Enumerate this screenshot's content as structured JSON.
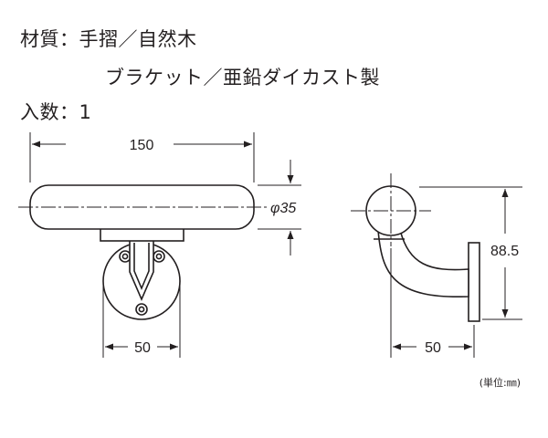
{
  "spec": {
    "material_line1": "材質：手摺／自然木",
    "material_line2": "ブラケット／亜鉛ダイカスト製",
    "quantity": "入数：1"
  },
  "dimensions": {
    "rail_length": "150",
    "rail_diameter": "φ35",
    "base_width_front": "50",
    "projection_side": "50",
    "height_side": "88.5"
  },
  "unit_note": "(単位:㎜)"
}
